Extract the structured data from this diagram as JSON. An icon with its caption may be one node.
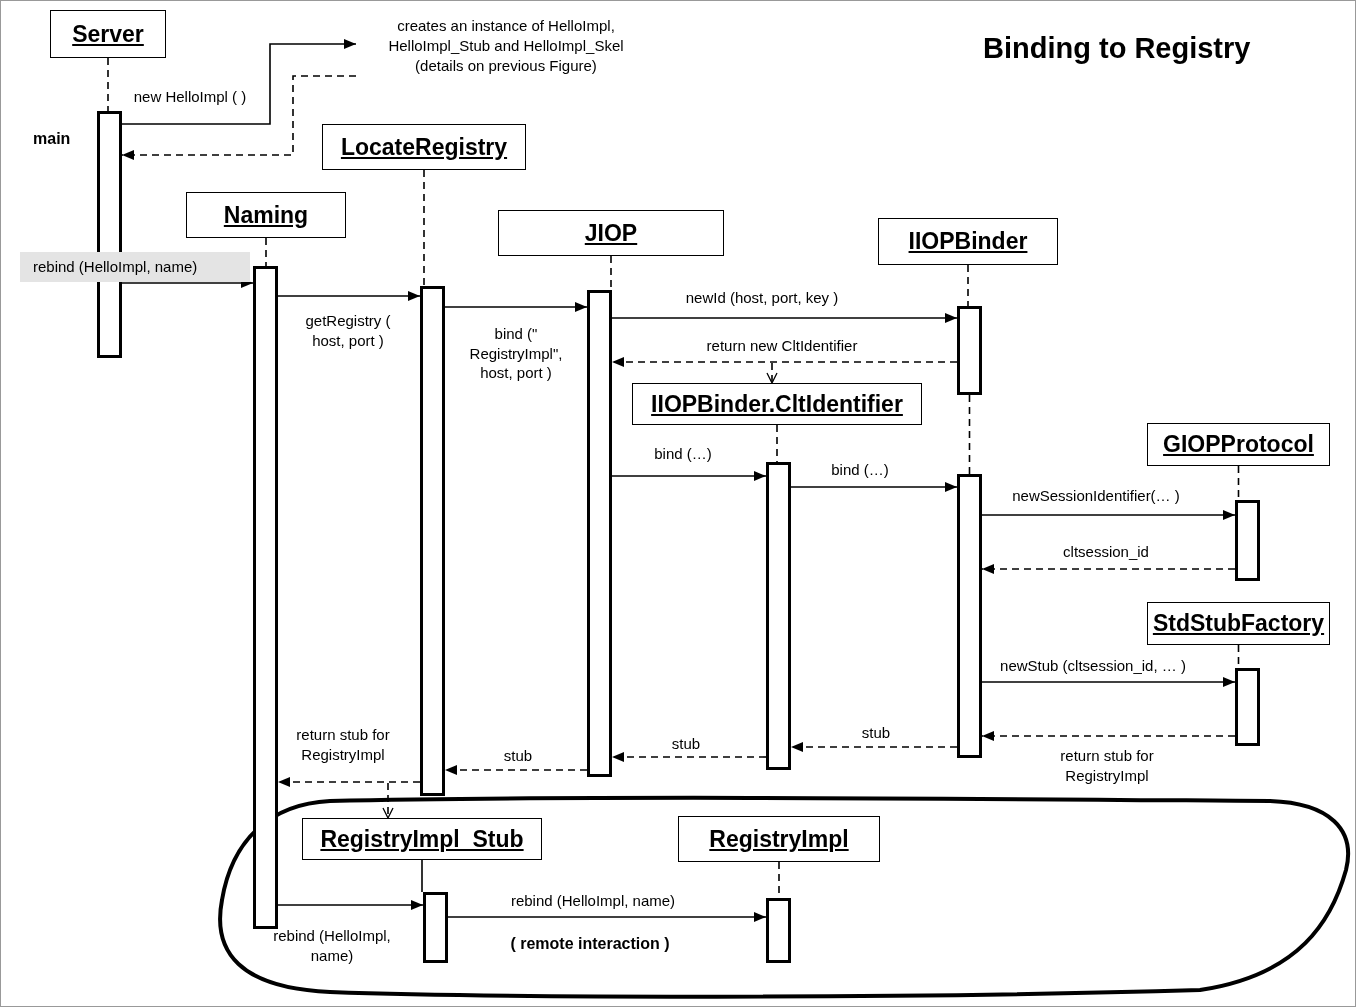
{
  "diagram": {
    "title": "Binding to Registry",
    "nodes": [
      {
        "text": [
          "Server"
        ]
      },
      {
        "text": [
          "creates an instance of HelloImpl, HelloImpl_Stub and HelloImpl_Skel (details on previous Figure)"
        ]
      },
      {
        "text": [],
        "shape": "bar",
        "beside": [
          "main"
        ]
      },
      {
        "text": [
          "LocateRegistry"
        ]
      },
      {
        "text": [
          "Naming"
        ]
      },
      {
        "text": [
          "JIOP"
        ]
      },
      {
        "text": [
          "IIOPBinder"
        ]
      },
      {
        "text": [],
        "shape": "bar"
      },
      {
        "text": [],
        "shape": "bar"
      },
      {
        "text": [],
        "shape": "bar"
      },
      {
        "text": [],
        "shape": "bar"
      },
      {
        "text": [
          "IIOPBinder.CltIdentifier"
        ]
      },
      {
        "text": [
          "GIOPProtocol"
        ]
      },
      {
        "text": [],
        "shape": "bar"
      },
      {
        "text": [],
        "shape": "bar"
      },
      {
        "text": [],
        "shape": "bar"
      },
      {
        "text": [
          "StdStubFactory"
        ]
      },
      {
        "text": [],
        "shape": "bar"
      },
      {
        "text": [
          "( remote interaction )"
        ]
      },
      {
        "text": [
          "RegistryImpl_Stub"
        ],
        "in": 18
      },
      {
        "text": [
          "RegistryImpl"
        ],
        "in": 18
      },
      {
        "text": [],
        "shape": "bar",
        "in": 18
      },
      {
        "text": [],
        "shape": "bar",
        "in": 18
      }
    ],
    "edges": [
      {
        "from": 0,
        "to": 2,
        "arrow": "none",
        "style": "dashed"
      },
      {
        "from": 2,
        "to": 1,
        "arrow": "to",
        "label": "new HelloImpl ( )"
      },
      {
        "from": 1,
        "to": 2,
        "arrow": "to",
        "style": "dashed"
      },
      {
        "from": 2,
        "to": 7,
        "arrow": "to",
        "label": "rebind (HelloImpl, name)"
      },
      {
        "from": 4,
        "to": 7,
        "arrow": "none",
        "style": "dashed"
      },
      {
        "from": 3,
        "to": 8,
        "arrow": "none",
        "style": "dashed"
      },
      {
        "from": 5,
        "to": 9,
        "arrow": "none",
        "style": "dashed"
      },
      {
        "from": 6,
        "to": 10,
        "arrow": "none",
        "style": "dashed"
      },
      {
        "from": 10,
        "to": 14,
        "arrow": "none",
        "style": "dashed"
      },
      {
        "from": 7,
        "to": 8,
        "arrow": "to",
        "label": "getRegistry ( host, port )"
      },
      {
        "from": 8,
        "to": 9,
        "arrow": "to",
        "label": "bind (\" RegistryImpl\", host, port )"
      },
      {
        "from": 9,
        "to": 10,
        "arrow": "to",
        "label": "newId (host, port, key )"
      },
      {
        "from": 10,
        "to": 9,
        "arrow": "to",
        "style": "dashed",
        "label": "return new CltIdentifier"
      },
      {
        "from": null,
        "to": 11,
        "arrow": "to",
        "style": "dashed"
      },
      {
        "from": 11,
        "to": 13,
        "arrow": "none",
        "style": "dashed"
      },
      {
        "from": 12,
        "to": 15,
        "arrow": "none",
        "style": "dashed"
      },
      {
        "from": 9,
        "to": 13,
        "arrow": "to",
        "label": "bind (…)"
      },
      {
        "from": 13,
        "to": 14,
        "arrow": "to",
        "label": "bind (…)"
      },
      {
        "from": 14,
        "to": 15,
        "arrow": "to",
        "label": "newSessionIdentifier(… )"
      },
      {
        "from": 15,
        "to": 14,
        "arrow": "to",
        "style": "dashed",
        "label": "cltsession_id"
      },
      {
        "from": 16,
        "to": 17,
        "arrow": "none",
        "style": "dashed"
      },
      {
        "from": 14,
        "to": 17,
        "arrow": "to",
        "label": "newStub (cltsession_id, … )"
      },
      {
        "from": 17,
        "to": 14,
        "arrow": "to",
        "style": "dashed",
        "label": "return stub for RegistryImpl"
      },
      {
        "from": 14,
        "to": 13,
        "arrow": "to",
        "style": "dashed",
        "label": "stub"
      },
      {
        "from": 13,
        "to": 9,
        "arrow": "to",
        "style": "dashed",
        "label": "stub"
      },
      {
        "from": 9,
        "to": 8,
        "arrow": "to",
        "style": "dashed",
        "label": "stub"
      },
      {
        "from": 8,
        "to": 7,
        "arrow": "to",
        "style": "dashed",
        "label": "return stub for RegistryImpl"
      },
      {
        "from": null,
        "to": 19,
        "arrow": "to",
        "style": "dashed"
      },
      {
        "from": 19,
        "to": 21,
        "arrow": "none"
      },
      {
        "from": 20,
        "to": 22,
        "arrow": "none",
        "style": "dashed"
      },
      {
        "from": 7,
        "to": 21,
        "arrow": "to",
        "label": "rebind (HelloImpl, name)"
      },
      {
        "from": 21,
        "to": 22,
        "arrow": "to",
        "label": "rebind (HelloImpl, name)"
      }
    ]
  }
}
